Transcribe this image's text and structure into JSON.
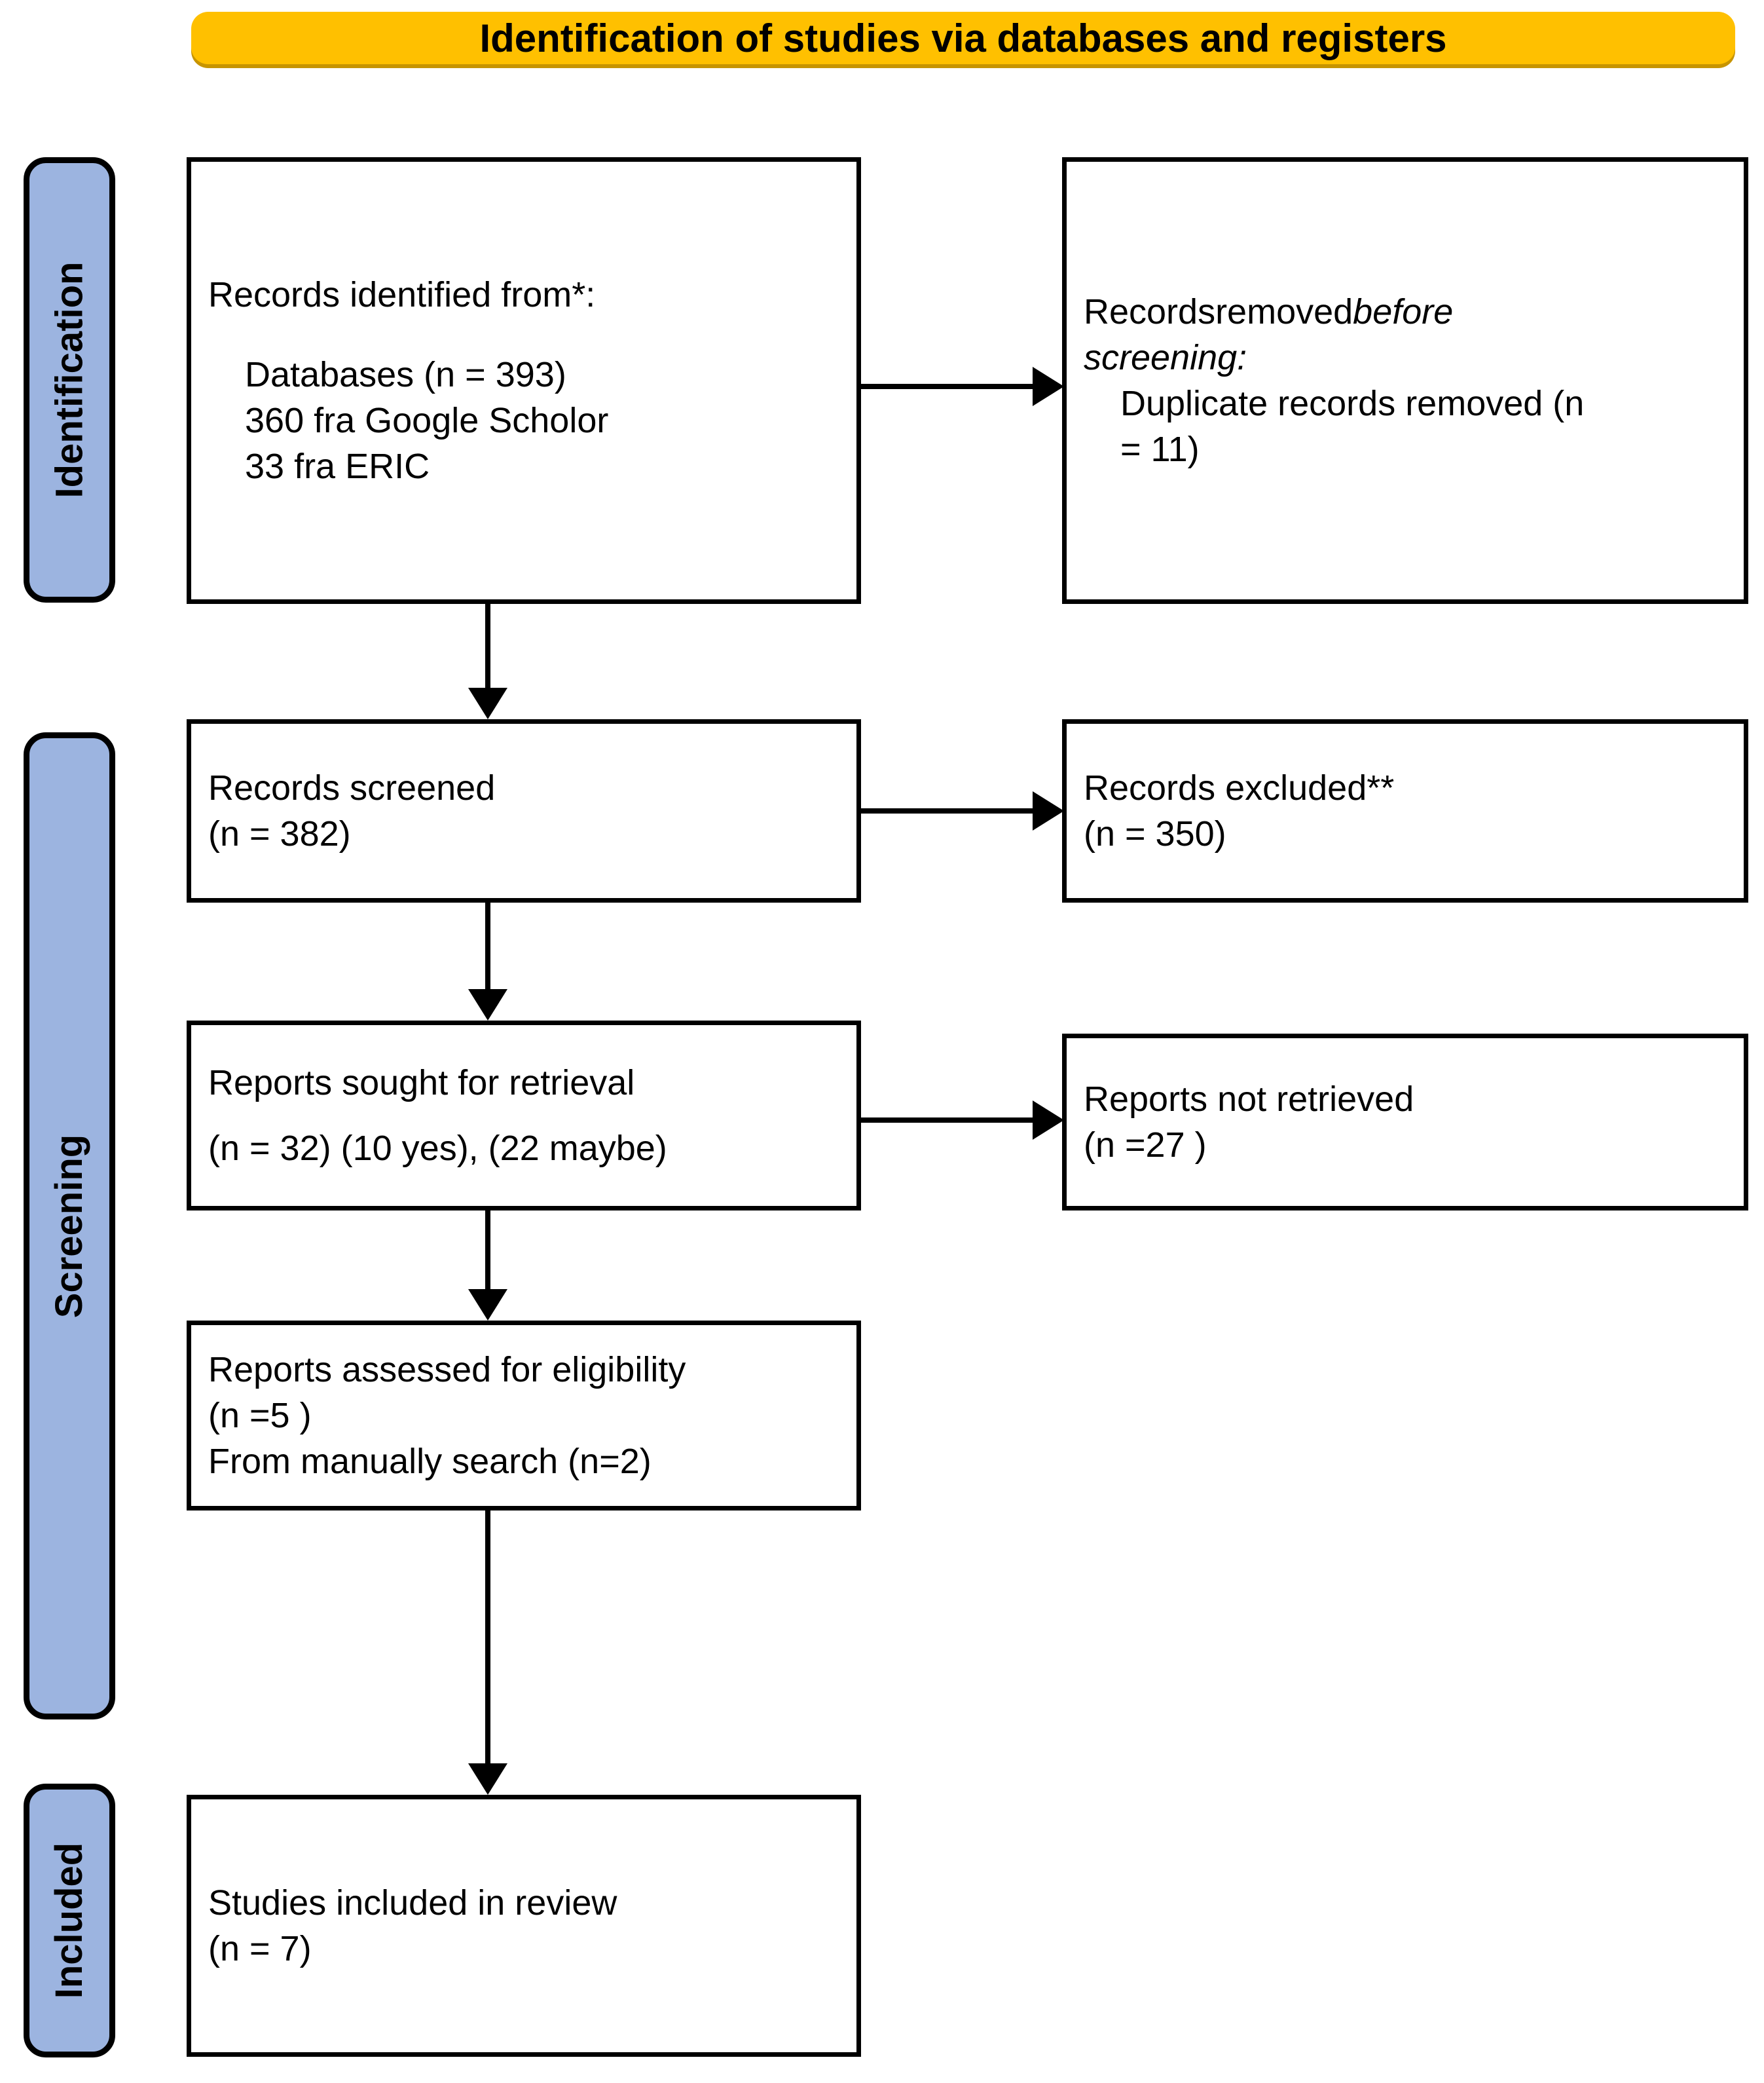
{
  "banner": {
    "title": "Identification of studies via databases and registers",
    "color": "#FFC000"
  },
  "stages": {
    "color": "#9CB4E0",
    "identification": "Identification",
    "screening": "Screening",
    "included": "Included"
  },
  "boxes": {
    "records_identified": {
      "heading": "Records identified from*:",
      "line1": "Databases (n =  393)",
      "line2": "360 fra Google Scholor",
      "line3": "33 fra ERIC"
    },
    "records_removed": {
      "line1a": "Records",
      "line1b": "removed",
      "line1c": "before",
      "line2": "screening:",
      "line3": "Duplicate records removed  (n",
      "line4": "= 11)"
    },
    "records_screened": {
      "line1": "Records screened",
      "line2": "(n =  382)"
    },
    "records_excluded": {
      "line1": "Records excluded**",
      "line2": "(n = 350)"
    },
    "reports_sought": {
      "line1": "Reports sought for retrieval",
      "line2": "(n = 32) (10 yes), (22 maybe)"
    },
    "reports_not_retrieved": {
      "line1": "Reports not retrieved",
      "line2": "(n =27 )"
    },
    "reports_assessed": {
      "line1": "Reports assessed for eligibility",
      "line2": "(n =5 )",
      "line3": "From manually search (n=2)"
    },
    "studies_included": {
      "line1": "Studies included in review",
      "line2": "(n = 7)"
    }
  },
  "chart_data": {
    "type": "diagram",
    "title": "Identification of studies via databases and registers",
    "diagram_kind": "PRISMA flow diagram",
    "stages": [
      "Identification",
      "Screening",
      "Included"
    ],
    "nodes": [
      {
        "id": "records_identified",
        "stage": "Identification",
        "label": "Records identified from*: Databases (n = 393); 360 fra Google Scholor; 33 fra ERIC",
        "n": 393
      },
      {
        "id": "records_removed",
        "stage": "Identification",
        "label": "Records removed before screening: Duplicate records removed (n = 11)",
        "n": 11
      },
      {
        "id": "records_screened",
        "stage": "Screening",
        "label": "Records screened (n = 382)",
        "n": 382
      },
      {
        "id": "records_excluded",
        "stage": "Screening",
        "label": "Records excluded** (n = 350)",
        "n": 350
      },
      {
        "id": "reports_sought",
        "stage": "Screening",
        "label": "Reports sought for retrieval (n = 32) (10 yes), (22 maybe)",
        "n": 32
      },
      {
        "id": "reports_not_retrieved",
        "stage": "Screening",
        "label": "Reports not retrieved (n = 27)",
        "n": 27
      },
      {
        "id": "reports_assessed",
        "stage": "Screening",
        "label": "Reports assessed for eligibility (n = 5); From manually search (n = 2)",
        "n": 5
      },
      {
        "id": "studies_included",
        "stage": "Included",
        "label": "Studies included in review (n = 7)",
        "n": 7
      }
    ],
    "edges": [
      {
        "from": "records_identified",
        "to": "records_removed",
        "direction": "right"
      },
      {
        "from": "records_identified",
        "to": "records_screened",
        "direction": "down"
      },
      {
        "from": "records_screened",
        "to": "records_excluded",
        "direction": "right"
      },
      {
        "from": "records_screened",
        "to": "reports_sought",
        "direction": "down"
      },
      {
        "from": "reports_sought",
        "to": "reports_not_retrieved",
        "direction": "right"
      },
      {
        "from": "reports_sought",
        "to": "reports_assessed",
        "direction": "down"
      },
      {
        "from": "reports_assessed",
        "to": "studies_included",
        "direction": "down"
      }
    ]
  }
}
